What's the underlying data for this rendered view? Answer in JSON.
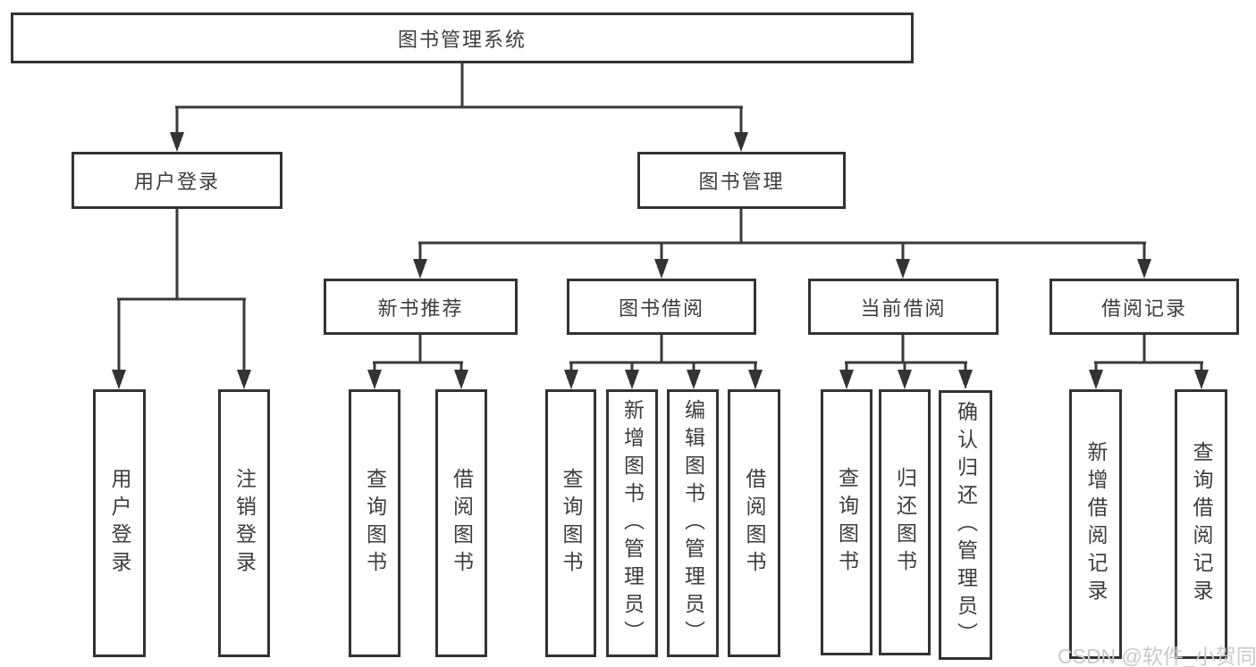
{
  "nodes": {
    "root": "图书管理系统",
    "user_login": "用户登录",
    "book_mgmt": "图书管理",
    "new_book_rec": "新书推荐",
    "book_borrow": "图书借阅",
    "current_borrow": "当前借阅",
    "borrow_records": "借阅记录",
    "user_login_children": [
      "用户登录",
      "注销登录"
    ],
    "new_book_rec_children": [
      "查询图书",
      "借阅图书"
    ],
    "book_borrow_children": [
      "查询图书",
      "新增图书（管理员）",
      "编辑图书（管理员）",
      "借阅图书"
    ],
    "current_borrow_children": [
      "查询图书",
      "归还图书",
      "确认归还（管理员）"
    ],
    "borrow_records_children": [
      "新增借阅记录",
      "查询借阅记录"
    ]
  },
  "watermark": "CSDN @软件_小贺同学",
  "colors": {
    "box_border": "#333333",
    "connector_line": "#3a3a3a",
    "text": "#3d3d3d",
    "watermark": "#c9c9c9",
    "background": "#ffffff"
  }
}
